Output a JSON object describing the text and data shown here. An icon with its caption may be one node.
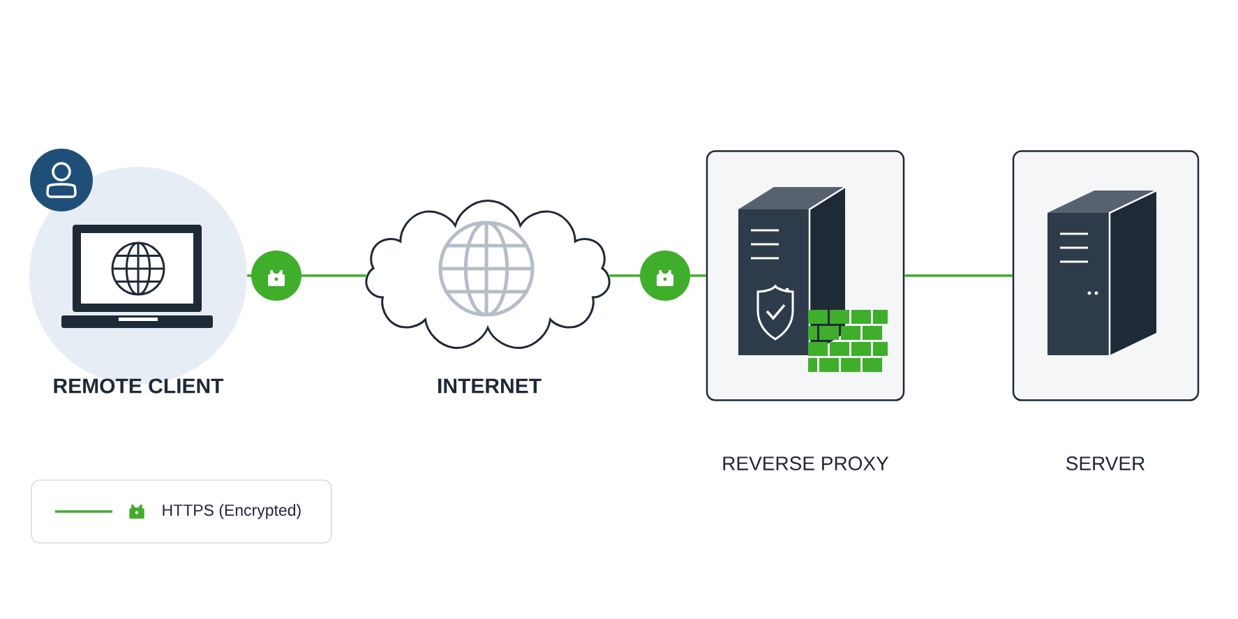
{
  "diagram": {
    "nodes": [
      {
        "text": [
          "REMOTE CLIENT"
        ]
      },
      {
        "text": [
          "INTERNET"
        ]
      },
      {
        "text": [
          "REVERSE PROXY"
        ]
      },
      {
        "text": [
          "SERVER"
        ]
      }
    ],
    "edges": [
      {
        "from": 0,
        "to": 1,
        "arrow": "none"
      },
      {
        "from": 1,
        "to": 2,
        "arrow": "none"
      },
      {
        "from": 2,
        "to": 3,
        "arrow": "none"
      }
    ],
    "legend": [
      {
        "text": "HTTPS (Encrypted)"
      }
    ]
  }
}
